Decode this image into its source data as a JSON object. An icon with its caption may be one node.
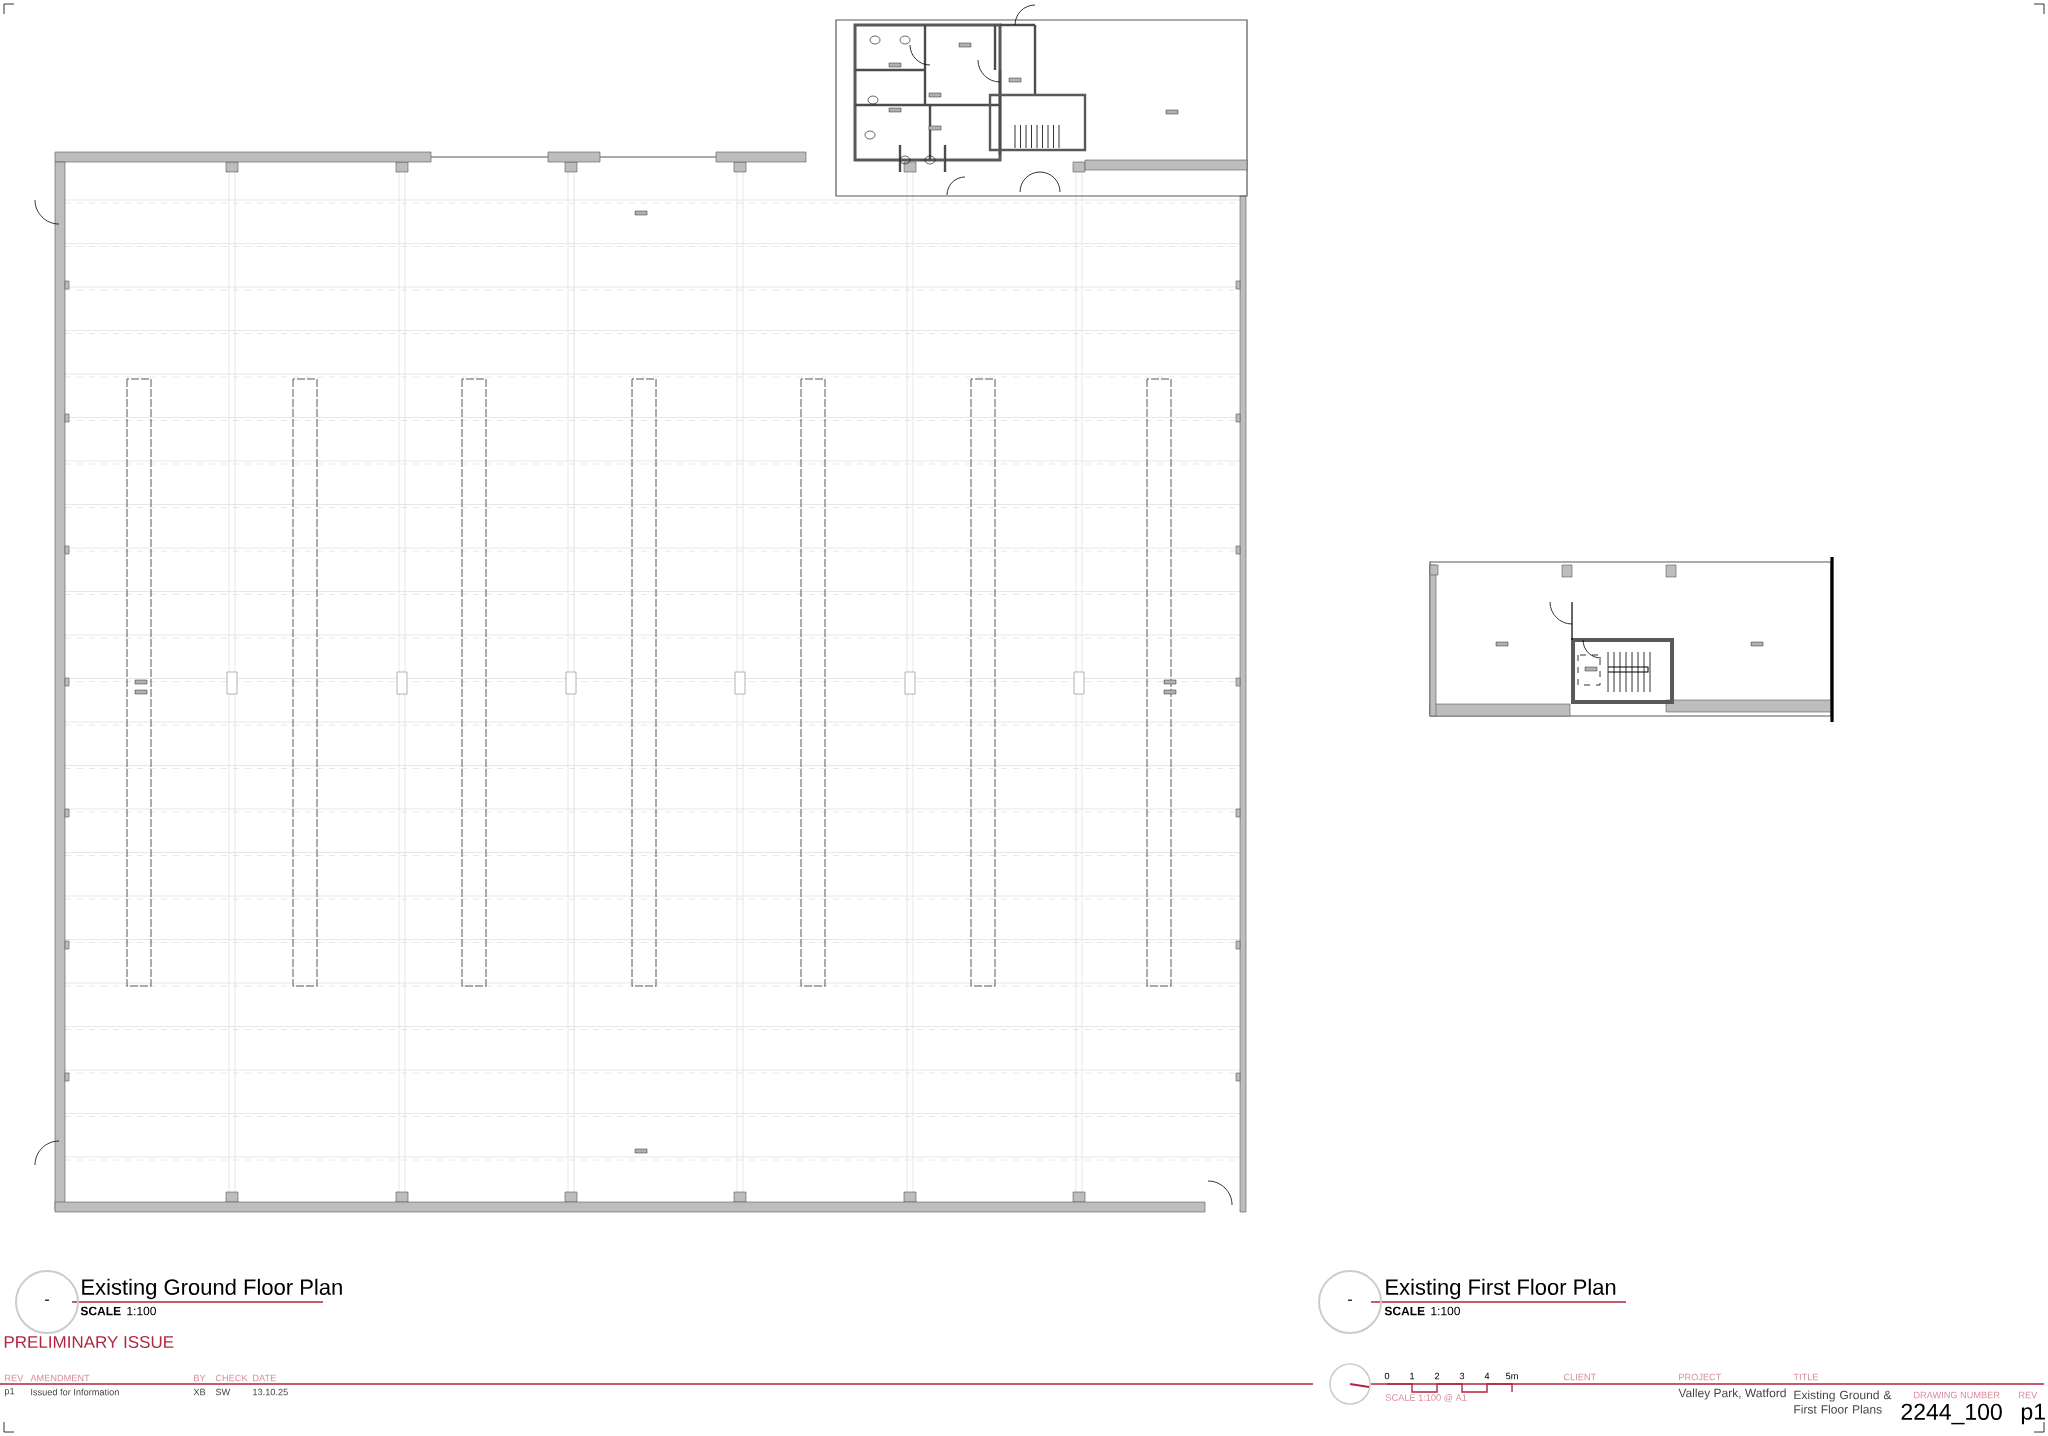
{
  "diagram": {
    "labels": [
      "-",
      "Existing Ground Floor Plan",
      "SCALE",
      "1:100",
      "-",
      "Existing First Floor Plan",
      "SCALE",
      "1:100",
      "PRELIMINARY ISSUE",
      "REV",
      "AMENDMENT",
      "BY",
      "CHECK",
      "DATE",
      "p1",
      "Issued for Information",
      "XB",
      "SW",
      "13.10.25",
      "0",
      "1",
      "2",
      "3",
      "4",
      "5m",
      "SCALE 1:100 @ A1",
      "CLIENT",
      "PROJECT",
      "Valley Park, Watford",
      "TITLE",
      "Existing Ground & First Floor Plans",
      "DRAWING NUMBER",
      "REV",
      "2244_100",
      "p1"
    ]
  }
}
